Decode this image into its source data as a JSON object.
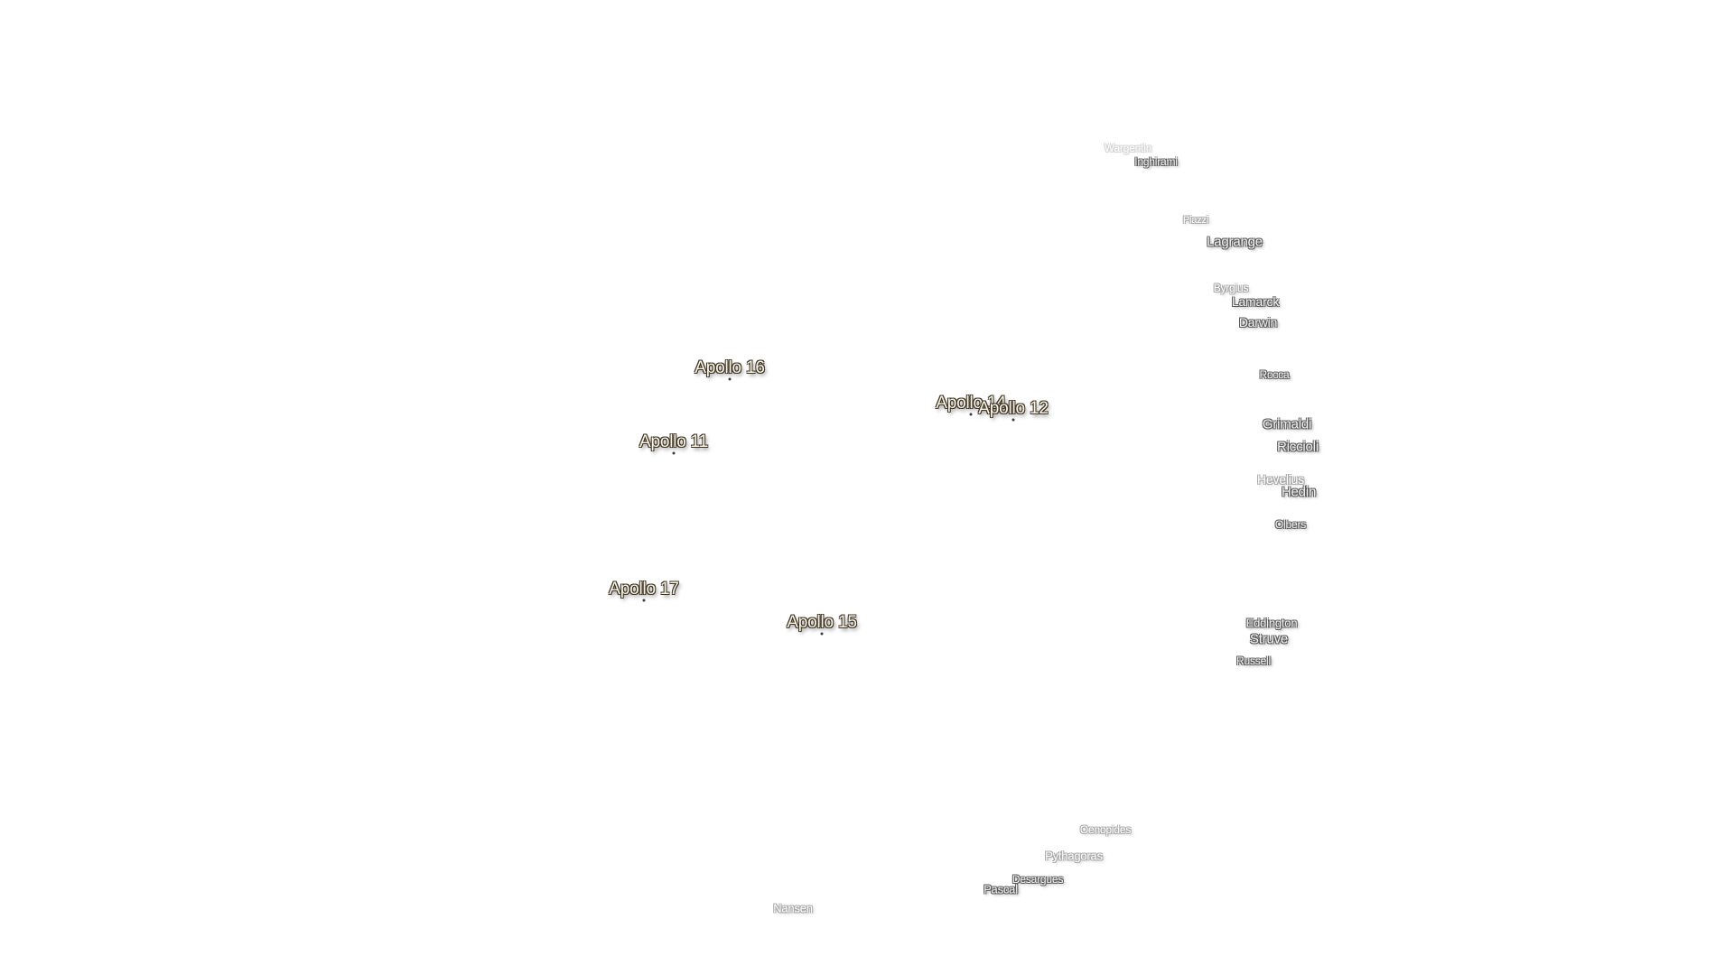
{
  "map": {
    "apollo_sites": [
      {
        "name": "Apollo 16"
      },
      {
        "name": "Apollo 14"
      },
      {
        "name": "Apollo 12"
      },
      {
        "name": "Apollo 11"
      },
      {
        "name": "Apollo 17"
      },
      {
        "name": "Apollo 15"
      }
    ],
    "craters": [
      {
        "name": "Wargentin"
      },
      {
        "name": "Inghirami"
      },
      {
        "name": "Piazzi"
      },
      {
        "name": "Lagrange"
      },
      {
        "name": "Byrgius"
      },
      {
        "name": "Lamarck"
      },
      {
        "name": "Darwin"
      },
      {
        "name": "Rocca"
      },
      {
        "name": "Grimaldi"
      },
      {
        "name": "Riccioli"
      },
      {
        "name": "Hevelius"
      },
      {
        "name": "Hedin"
      },
      {
        "name": "Olbers"
      },
      {
        "name": "Eddington"
      },
      {
        "name": "Struve"
      },
      {
        "name": "Russell"
      },
      {
        "name": "Oenopides"
      },
      {
        "name": "Pythagoras"
      },
      {
        "name": "Desargues"
      },
      {
        "name": "Pascal"
      },
      {
        "name": "Nansen"
      }
    ]
  }
}
